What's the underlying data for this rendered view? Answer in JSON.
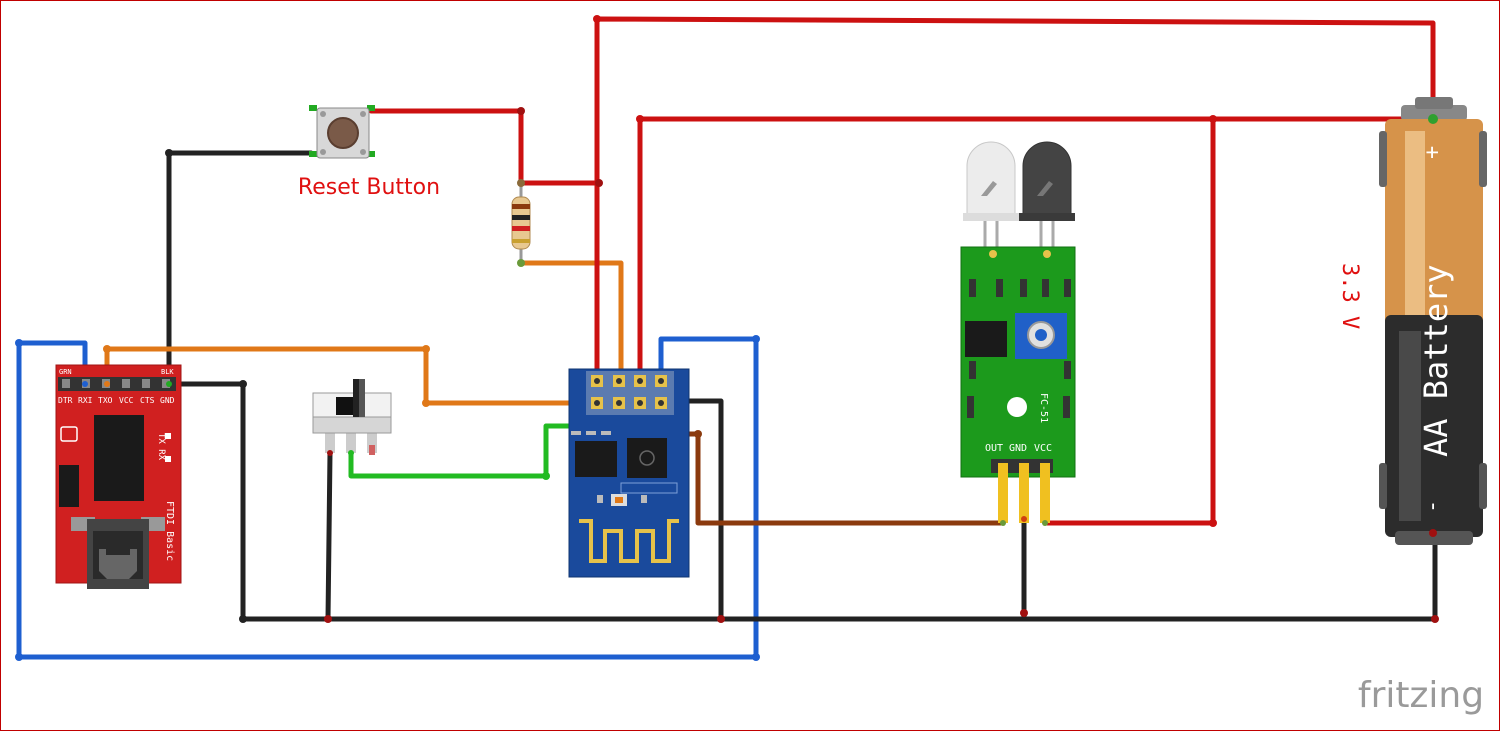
{
  "labels": {
    "reset_button": "Reset Button",
    "voltage": "3.3 V",
    "battery": "AA Battery",
    "battery_plus": "+",
    "battery_minus": "-",
    "watermark": "fritzing"
  },
  "ftdi": {
    "top_left": "GRN",
    "top_right": "BLK",
    "pins": [
      "DTR",
      "RXI",
      "TXO",
      "VCC",
      "CTS",
      "GND"
    ],
    "side": "FTDI Basic",
    "txrx": "TX RX"
  },
  "ir_sensor": {
    "model": "FC-51",
    "pins": [
      "OUT",
      "GND",
      "VCC"
    ]
  },
  "colors": {
    "red_wire": "#cc1111",
    "black_wire": "#222222",
    "blue_wire": "#1e5fd0",
    "orange_wire": "#e07818",
    "green_wire": "#22bb22",
    "brown_wire": "#8b3a0e",
    "pcb_green": "#1c9a1c",
    "esp_blue": "#1a4a9c",
    "ftdi_red": "#d02020"
  }
}
